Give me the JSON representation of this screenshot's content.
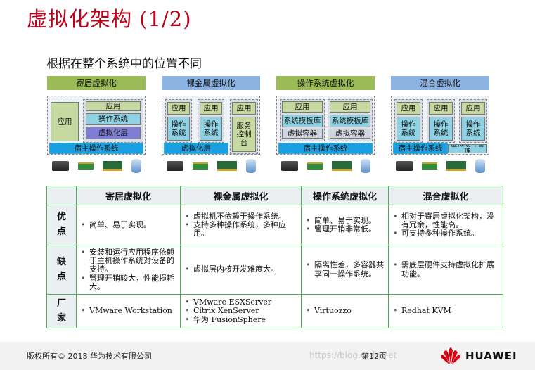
{
  "title": "虚拟化架构 (1/2)",
  "subtitle": "根据在整个系统中的位置不同",
  "diagram": {
    "hosted": {
      "header": "寄居虚拟化",
      "app": "应用",
      "app2": "应用",
      "os": "操作系统",
      "vlayer": "虚拟化层",
      "host_os": "宿主操作系统"
    },
    "baremetal": {
      "header": "裸金属虚拟化",
      "app1": "应用",
      "os1": "操作\n系统",
      "app2": "应用",
      "os2": "操作\n系统",
      "app3": "应用",
      "service": "服务\n控制\n台",
      "vlayer": "虚拟化层"
    },
    "oslevel": {
      "header": "操作系统虚拟化",
      "app1": "应用",
      "tpl1": "系统模板库",
      "cont1": "虚拟容器",
      "app2": "应用",
      "tpl2": "系统模板库",
      "cont2": "虚拟容器",
      "host_os": "宿主操作系统"
    },
    "hybrid": {
      "header": "混合虚拟化",
      "app1": "应用",
      "os1": "操作\n系统",
      "app2": "应用",
      "os2": "操作\n系统",
      "app3": "应用",
      "os3": "操作\n系统",
      "host_os": "宿主操作系统",
      "hw_mgmt": "虚拟硬件管理"
    }
  },
  "table": {
    "headers": [
      "",
      "寄居虚拟化",
      "裸金属虚拟化",
      "操作系统虚拟化",
      "混合虚拟化"
    ],
    "rows": [
      {
        "label": "优\n点",
        "cells": [
          [
            "简单、易于实现。"
          ],
          [
            "虚拟机不依赖于操作系统。",
            "支持多种操作系统，多种应用。"
          ],
          [
            "简单、易于实现。",
            "管理开销非常低。"
          ],
          [
            "相对于寄居虚拟化架构，没有冗余，性能高。",
            "可支持多种操作系统。"
          ]
        ]
      },
      {
        "label": "缺\n点",
        "cells": [
          [
            "安装和运行应用程序依赖于主机操作系统对设备的支持。",
            "管理开销较大，性能损耗大。"
          ],
          [
            "虚拟层内核开发难度大。"
          ],
          [
            "隔离性差，多容器共享同一操作系统。"
          ],
          [
            "需底层硬件支持虚拟化扩展功能。"
          ]
        ]
      },
      {
        "label": "厂\n家",
        "cells": [
          [
            "VMware Workstation"
          ],
          [
            "VMware ESXServer",
            "Citrix XenServer",
            "华为 FusionSphere"
          ],
          [
            "Virtuozzo"
          ],
          [
            "Redhat KVM"
          ]
        ]
      }
    ]
  },
  "footer": {
    "copyright": "版权所有© 2018 华为技术有限公司",
    "page": "第12页",
    "watermark": "https://blog.csdn.net",
    "brand": "HUAWEI"
  },
  "colors": {
    "title": "#c0001a",
    "green_header": "#9bbb59",
    "blue_header": "#8db3e2",
    "grid": "#4caf50"
  }
}
